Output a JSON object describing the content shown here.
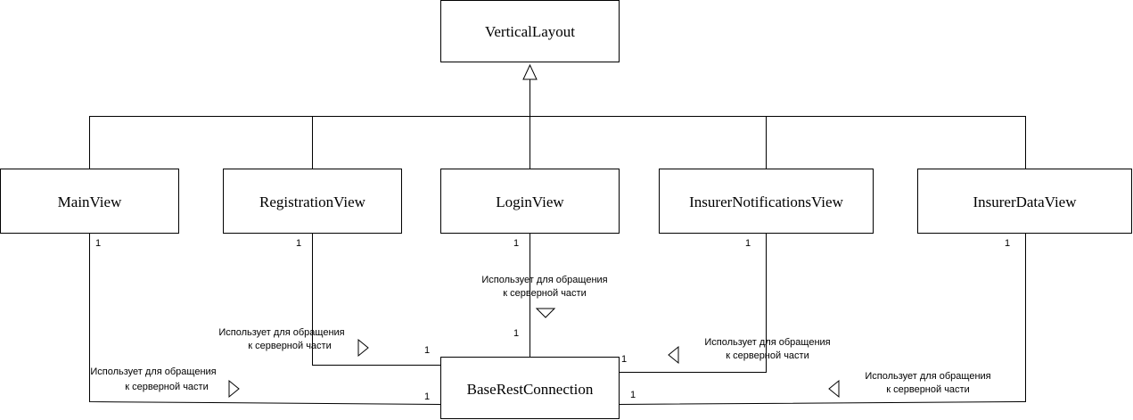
{
  "classes": {
    "vertical_layout": "VerticalLayout",
    "main_view": "MainView",
    "registration_view": "RegistrationView",
    "login_view": "LoginView",
    "insurer_notifications_view": "InsurerNotificationsView",
    "insurer_data_view": "InsurerDataView",
    "base_rest_connection": "BaseRestConnection"
  },
  "associations": {
    "main_view": {
      "label_line1": "Использует для обращения",
      "label_line2": "к серверной части",
      "source_multiplicity": "1",
      "target_multiplicity": "1"
    },
    "registration_view": {
      "label_line1": "Использует для обращения",
      "label_line2": "к серверной части",
      "source_multiplicity": "1",
      "target_multiplicity": "1"
    },
    "login_view": {
      "label_line1": "Использует для обращения",
      "label_line2": "к серверной части",
      "source_multiplicity": "1",
      "target_multiplicity": "1"
    },
    "insurer_notifications_view": {
      "label_line1": "Использует для обращения",
      "label_line2": "к серверной части",
      "source_multiplicity": "1",
      "target_multiplicity": "1"
    },
    "insurer_data_view": {
      "label_line1": "Использует для обращения",
      "label_line2": "к серверной части",
      "source_multiplicity": "1",
      "target_multiplicity": "1"
    }
  },
  "colors": {
    "stroke": "#000000",
    "fill": "#ffffff"
  },
  "icons": {
    "generalization": "hollow-triangle-arrow-icon",
    "direction": "hollow-triangle-direction-icon"
  }
}
